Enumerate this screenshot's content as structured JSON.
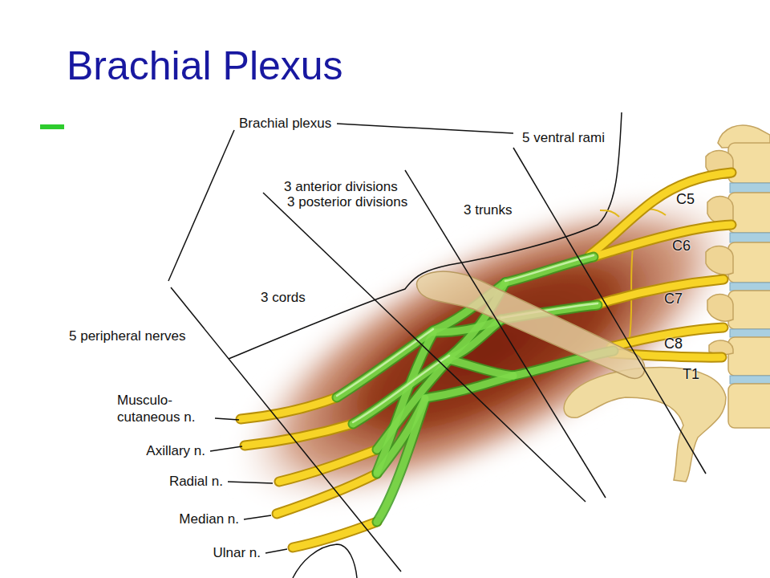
{
  "diagram": {
    "title": "Brachial Plexus",
    "labels": [
      "Brachial plexus",
      "5 ventral rami",
      "3 anterior divisions",
      "3 posterior divisions",
      "3 trunks",
      "3 cords",
      "5 peripheral nerves",
      "Musculo- cutaneous n.",
      "Axillary n.",
      "Radial n.",
      "Median n.",
      "Ulnar n.",
      "C5",
      "C6",
      "C7",
      "C8",
      "T1"
    ]
  }
}
